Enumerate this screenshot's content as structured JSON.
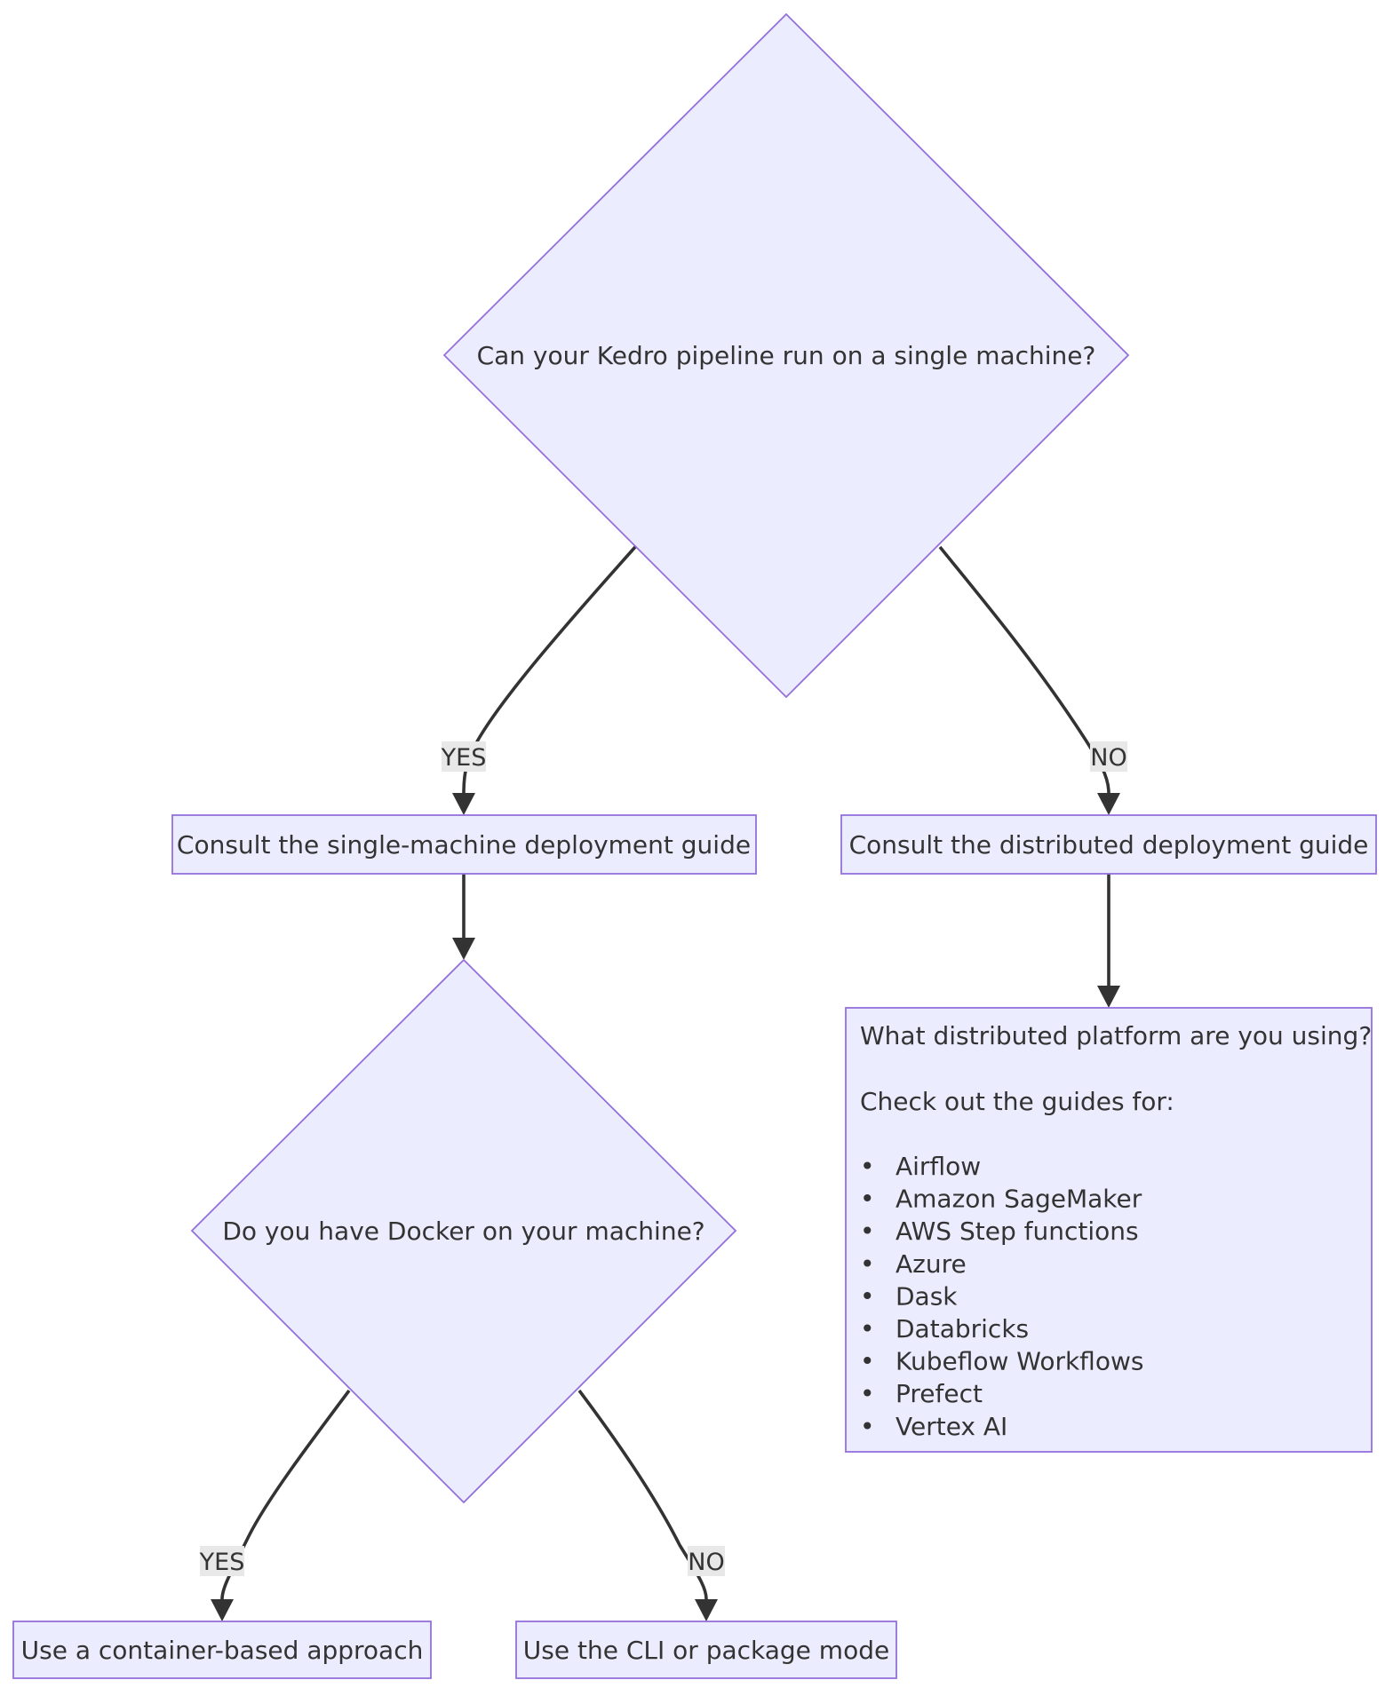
{
  "diagram": {
    "nodes": {
      "q_single_machine": "Can your Kedro pipeline run on a single machine?",
      "single_machine_guide": "Consult the single-machine deployment guide",
      "distributed_guide": "Consult the distributed deployment guide",
      "q_docker": "Do you have Docker on your machine?",
      "container_approach": "Use a container-based approach",
      "cli_package_mode": "Use the CLI or package mode",
      "platform_box": {
        "question": "What distributed platform are you using?",
        "intro": "Check out the guides for:",
        "bullet": "•",
        "platforms": [
          "Airflow",
          "Amazon SageMaker",
          "AWS Step functions",
          "Azure",
          "Dask",
          "Databricks",
          "Kubeflow Workflows",
          "Prefect",
          "Vertex AI"
        ]
      }
    },
    "edge_labels": {
      "single_yes": "YES",
      "single_no": "NO",
      "docker_yes": "YES",
      "docker_no": "NO"
    }
  },
  "colors": {
    "node_fill": "#ececff",
    "node_stroke": "#9370db",
    "edge": "#333333",
    "label_bg": "#e8e8e8"
  }
}
